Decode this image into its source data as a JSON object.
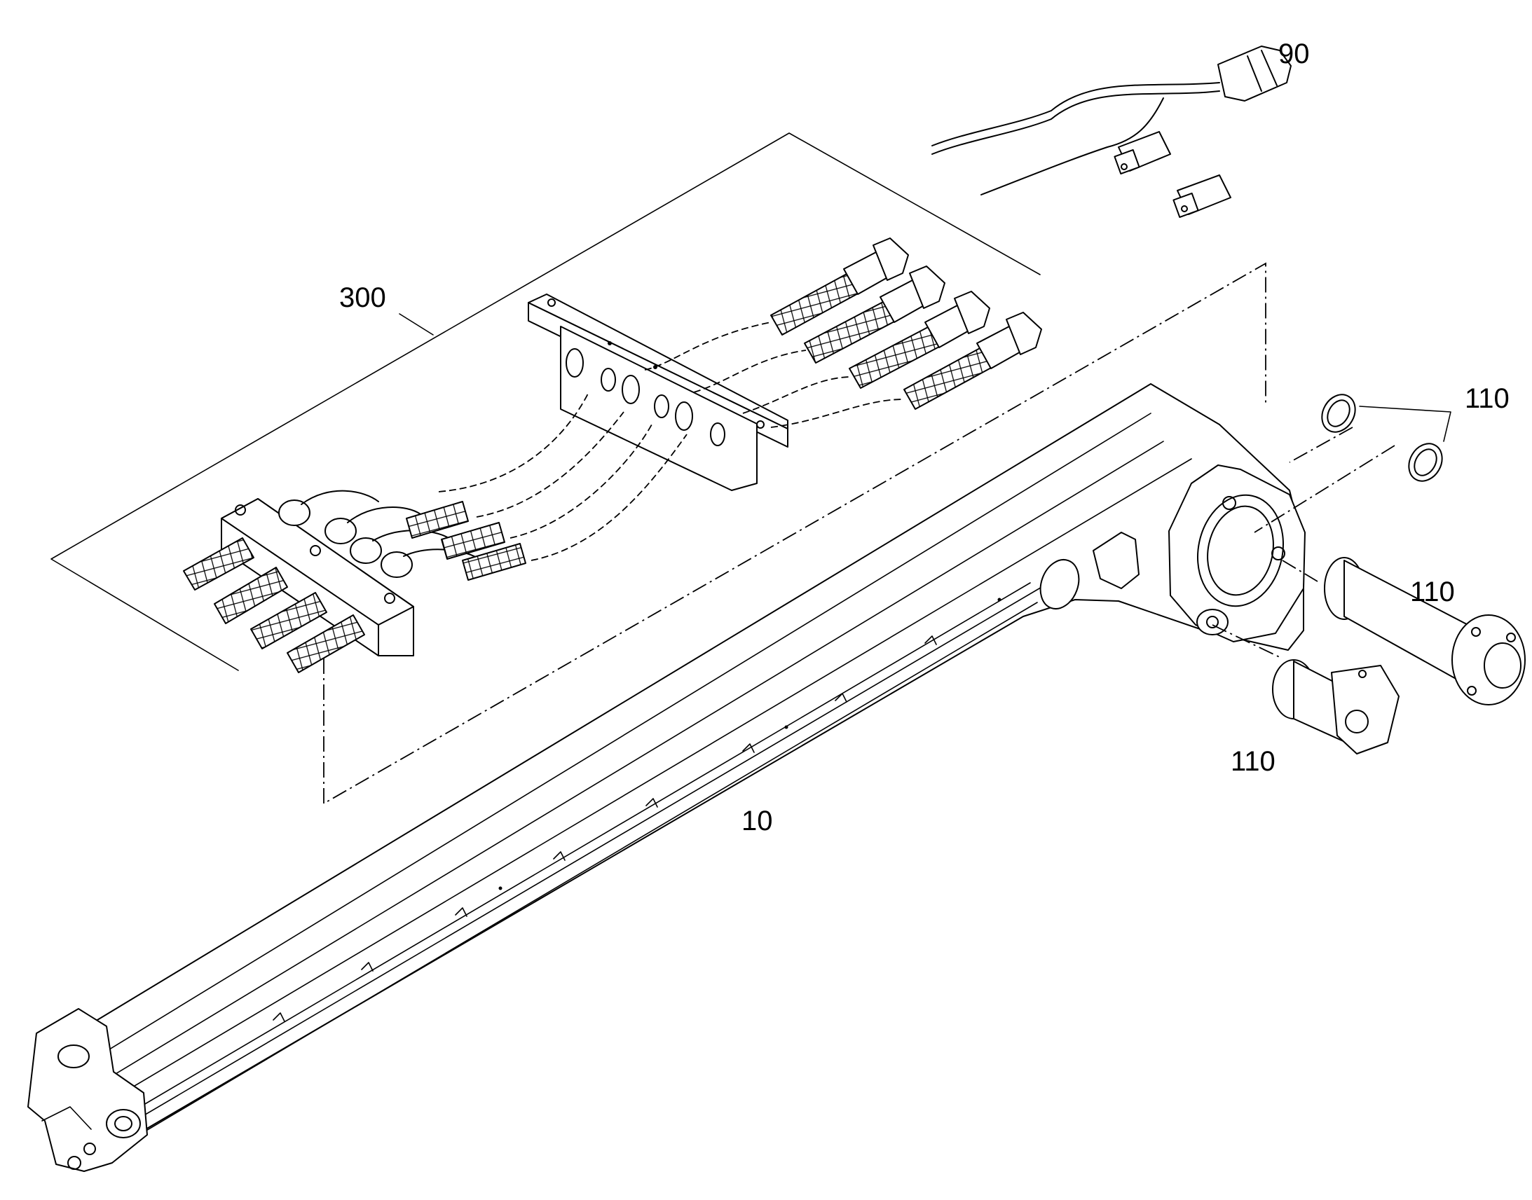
{
  "diagram": {
    "callouts": [
      {
        "id": "boom",
        "label": "10"
      },
      {
        "id": "cable",
        "label": "90"
      },
      {
        "id": "block",
        "label": "300"
      },
      {
        "id": "orings",
        "label": "110"
      },
      {
        "id": "pin-long",
        "label": "110"
      },
      {
        "id": "pin-short",
        "label": "110"
      }
    ]
  }
}
